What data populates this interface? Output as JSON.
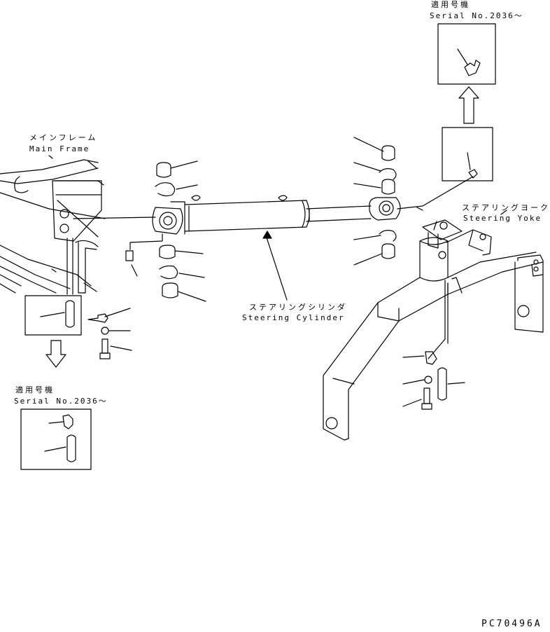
{
  "labels": {
    "main_frame_jp": "メインフレーム",
    "main_frame_en": "Main Frame",
    "steering_cylinder_jp": "ステアリングシリンダ",
    "steering_cylinder_en": "Steering Cylinder",
    "steering_yoke_jp": "ステアリングヨーク",
    "steering_yoke_en": "Steering Yoke",
    "serial_jp": "適用号機",
    "serial_en": "Serial No.2036～",
    "drawing_code": "PC70496A"
  }
}
